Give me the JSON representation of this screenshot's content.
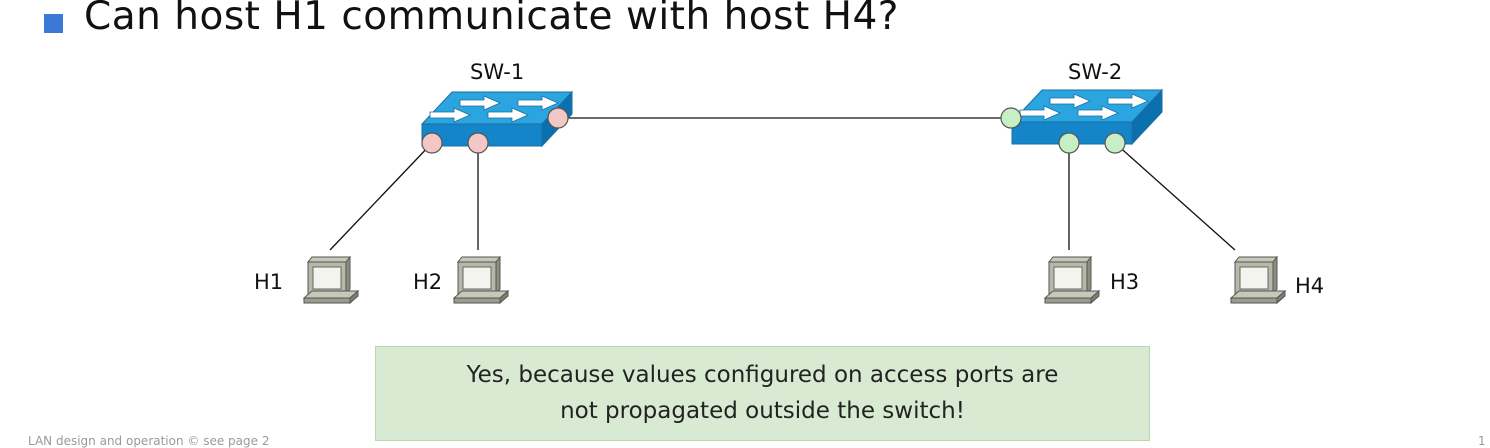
{
  "slide": {
    "question": "Can host H1 communicate with host H4?",
    "answer_line1": "Yes, because values configured on access ports are",
    "answer_line2": "not propagated outside the switch!",
    "footer_left": "LAN design and operation © see page 2",
    "footer_right": "1"
  },
  "switches": [
    {
      "name": "SW-1",
      "port_color": "#f4c7c7"
    },
    {
      "name": "SW-2",
      "port_color": "#c6efc6"
    }
  ],
  "hosts": [
    "H1",
    "H2",
    "H3",
    "H4"
  ],
  "colors": {
    "bullet": "#3b78d8",
    "switch_top": "#2aa5e0",
    "switch_front": "#1385c8",
    "answer_bg": "#d9ead3"
  },
  "icons": {
    "switch": "switch-icon",
    "host": "computer-icon",
    "port": "port-marker-icon"
  }
}
